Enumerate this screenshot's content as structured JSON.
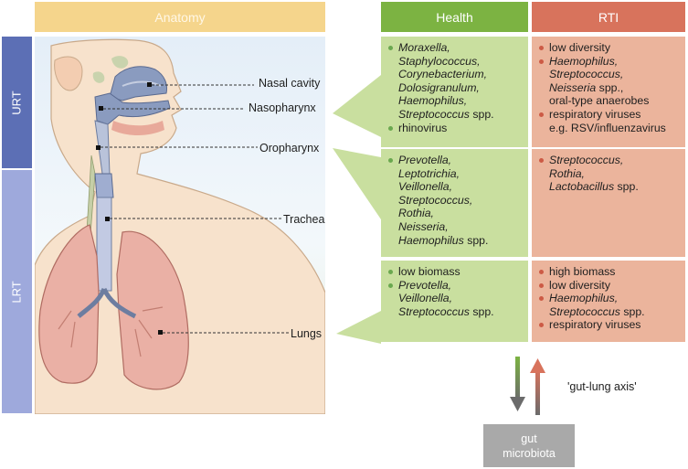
{
  "headers": {
    "anatomy": "Anatomy",
    "health": "Health",
    "rti": "RTI"
  },
  "sides": {
    "urt": "URT",
    "lrt": "LRT"
  },
  "anatomy_labels": {
    "nasal_cavity": "Nasal cavity",
    "nasopharynx": "Nasopharynx",
    "oropharynx": "Oropharynx",
    "trachea": "Trachea",
    "lungs": "Lungs"
  },
  "health": {
    "nasal": [
      {
        "lines": [
          "Moraxella,",
          "Staphylococcus,",
          "Corynebacterium,",
          "Dolosigranulum,",
          "Haemophilus,"
        ],
        "italic": true,
        "last_italic": "Streptococcus",
        "last_plain": " spp."
      },
      {
        "plain": "rhinovirus"
      }
    ],
    "oro": {
      "italic_lines": [
        "Prevotella,",
        "Leptotrichia,",
        "Veillonella,",
        "Streptococcus,",
        "Rothia,",
        "Neisseria,"
      ],
      "last_italic": "Haemophilus",
      "last_plain": " spp."
    },
    "lungs": {
      "first": "low biomass",
      "italic_lines": [
        "Prevotella,",
        "Veillonella,"
      ],
      "last_italic": "Streptococcus",
      "last_plain": " spp."
    }
  },
  "rti": {
    "nasal": {
      "b1": "low diversity",
      "b2_italic": [
        "Haemophilus,",
        "Streptococcus,",
        "Neisseria"
      ],
      "b2_tail": " spp.,",
      "b2_line4": "oral-type anaerobes",
      "b3a": "respiratory viruses",
      "b3b": "e.g. RSV/influenzavirus"
    },
    "oro": {
      "italic_lines": [
        "Streptococcus,",
        "Rothia,"
      ],
      "last_italic": "Lactobacillus",
      "last_plain": " spp."
    },
    "lungs": {
      "b1": "high biomass",
      "b2": "low diversity",
      "b3_italic": "Haemophilus,",
      "b3_italic2": "Streptococcus",
      "b3_tail": " spp.",
      "b4": "respiratory viruses"
    }
  },
  "gut_lung_axis": "'gut-lung axis'",
  "gut_box": {
    "line1": "gut",
    "line2": "microbiota"
  },
  "colors": {
    "health": "#7cb342",
    "rti": "#d8735c",
    "urt": "#5c6fb5",
    "lrt": "#9ea9dc",
    "anatomy": "#f5d58c",
    "gut": "#a9a9a9"
  }
}
